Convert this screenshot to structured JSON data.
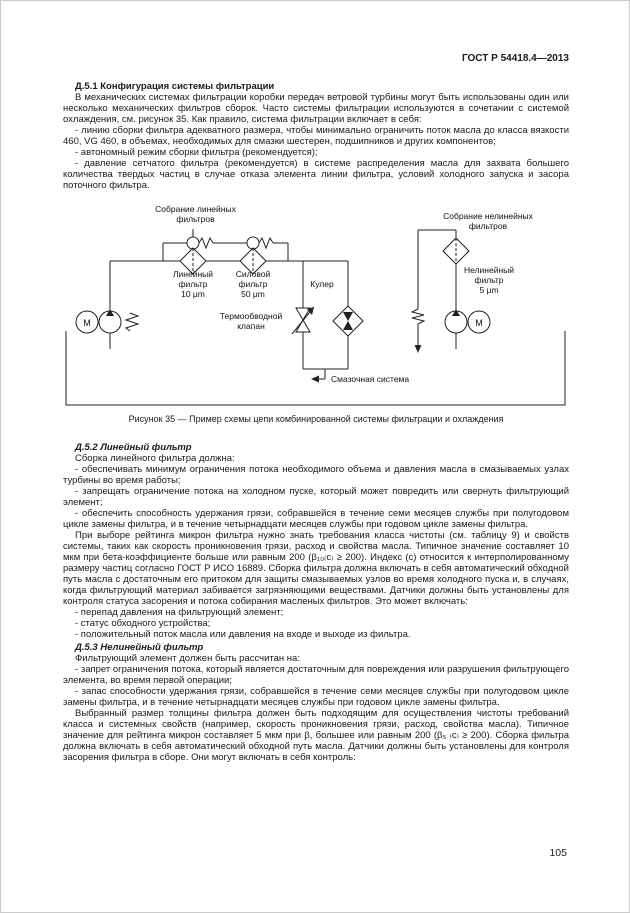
{
  "header": {
    "doc_number": "ГОСТ Р 54418.4—2013"
  },
  "d51": {
    "title": "Д.5.1 Конфигурация системы фильтрации",
    "p1": "В механических системах фильтрации коробки передач ветровой турбины могут быть использованы один или несколько механических фильтров сборок. Часто системы фильтрации используются в сочетании с системой охлаждения, см. рисунок 35. Как правило, система фильтрации включает в себя:",
    "items": [
      "- линию сборки фильтра адекватного размера, чтобы минимально ограничить поток масла до класса вязкости 460, VG 460, в объемах, необходимых для смазки шестерен, подшипников и других компонентов;",
      "- автономный режим сборки фильтра (рекомендуется);",
      "- давление сетчатого фильтра (рекомендуется) в системе распределения масла для захвата большего количества твердых частиц в случае отказа элемента линии фильтра, условий холодного запуска и засора поточного фильтра."
    ]
  },
  "figure": {
    "labels": {
      "inline_assembly": "Собрание линейных\nфильтров",
      "offline_assembly": "Собрание нелинейных\nфильтров",
      "inline_filter": "Линейный\nфильтр\n10 μm",
      "pressure_filter": "Силовой\nфильтр\n50 μm",
      "cooler": "Кулер",
      "thermal_valve": "Термообводной\nклапан",
      "offline_filter": "Нелинейный\nфильтр\n5 μm",
      "lube_system": "Смазочная система",
      "motor_left": "M",
      "motor_right": "M"
    },
    "caption": "Рисунок 35 — Пример схемы цепи комбинированной системы фильтрации и охлаждения"
  },
  "d52": {
    "title": "Д.5.2 Линейный фильтр",
    "p1": "Сборка линейного фильтра должна:",
    "items": [
      "- обеспечивать минимум ограничения потока необходимого объема и давления масла в смазываемых узлах турбины во время работы;",
      "- запрещать ограничение потока на холодном пуске, который может повредить или свернуть фильтрующий элемент;",
      "- обеспечить способность удержания грязи, собравшейся в течение семи месяцев службы при полугодовом цикле замены фильтра, и в течение четырнадцати месяцев службы при годовом цикле замены фильтра."
    ],
    "p2": "При выборе рейтинга микрон фильтра нужно знать требования класса чистоты (см. таблицу 9) и свойств системы, таких как скорость проникновения грязи, расход и свойства масла. Типичное значение составляет 10 мкм при бета-коэффициенте больше или равным 200 (β₁₀₍с₎ ≥ 200). Индекс (с) относится к интерполированному размеру частиц согласно ГОСТ Р ИСО 16889. Сборка фильтра должна включать в себя автоматический обходной путь масла с достаточным его притоком для защиты смазываемых узлов во время холодного пуска и, в случаях, когда фильтрующий материал забивается загрязняющими веществами. Датчики должны быть установлены для контроля статуса засорения и потока собирания масленых фильтров. Это может включать:",
    "items2": [
      "- перепад давления на фильтрующий элемент;",
      "- статус обходного устройства;",
      "- положительный поток масла или давления на входе и выходе из фильтра."
    ]
  },
  "d53": {
    "title": "Д.5.3 Нелинейный фильтр",
    "p1": "Фильтрующий элемент должен быть рассчитан на:",
    "items": [
      "- запрет ограничения потока, который является достаточным для повреждения или разрушения фильтрующего элемента, во время первой операции;",
      "- запас способности удержания грязи, собравшейся в течение семи месяцев службы при полугодовом цикле замены фильтра, и в течение четырнадцати месяцев службы при годовом цикле замены фильтра."
    ],
    "p2": "Выбранный размер толщины фильтра должен быть подходящим для осуществления чистоты требований класса и системных свойств (например, скорость проникновения грязи, расход, свойства масла). Типичное значение для рейтинга микрон составляет 5 мкм при β, большее или равным 200 (β₅ ₍с₎ ≥ 200). Сборка фильтра должна включать в себя автоматический обходной путь масла. Датчики должны быть установлены для контроля засорения фильтра в сборе. Они могут включать в себя контроль:"
  },
  "footer": {
    "page_number": "105"
  }
}
